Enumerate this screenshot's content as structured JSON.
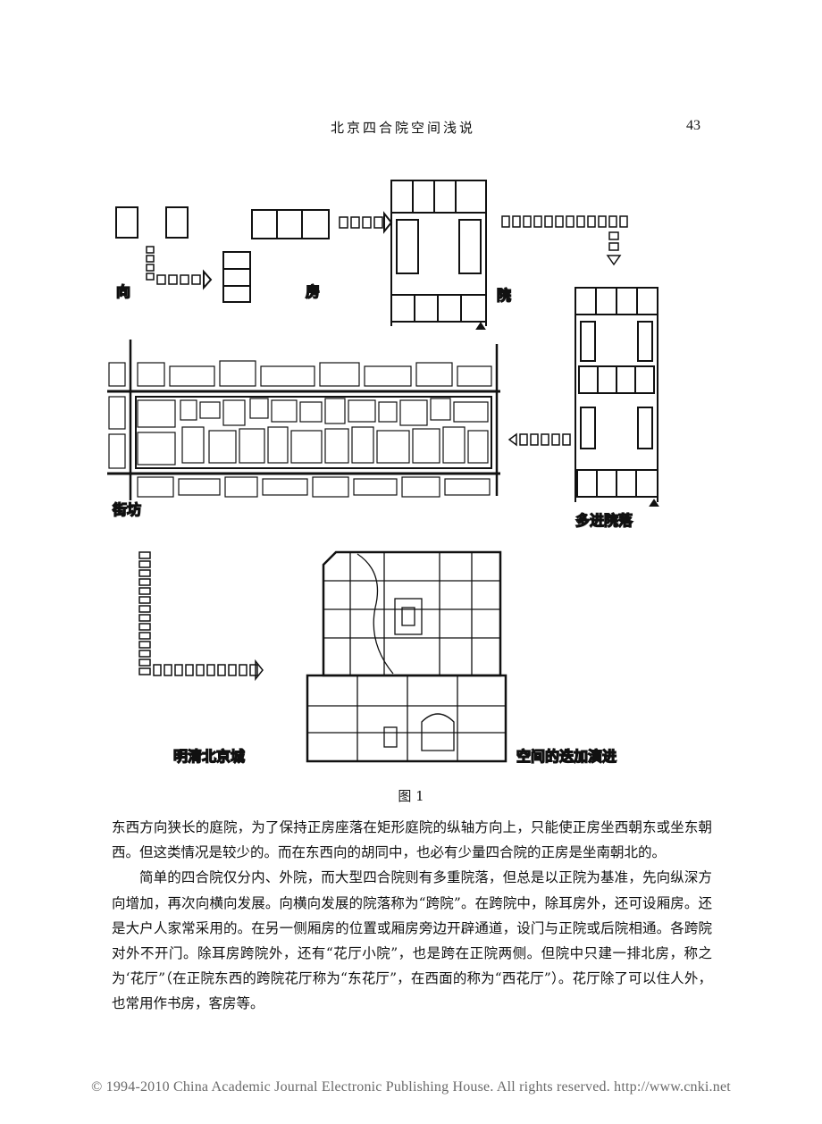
{
  "header": {
    "title": "北京四合院空间浅说",
    "page_number": "43"
  },
  "figure": {
    "labels": {
      "xiang": "向",
      "fang": "房",
      "yuan": "院",
      "jiefang": "街坊",
      "duojin": "多进院落",
      "mingqing": "明清北京城",
      "diejia": "空间的迭加演进"
    },
    "caption": "图 1"
  },
  "body": {
    "paragraphs": [
      "东西方向狭长的庭院，为了保持正房座落在矩形庭院的纵轴方向上，只能使正房坐西朝东或坐东朝西。但这类情况是较少的。而在东西向的胡同中，也必有少量四合院的正房是坐南朝北的。",
      "简单的四合院仅分内、外院，而大型四合院则有多重院落，但总是以正院为基准，先向纵深方向增加，再次向横向发展。向横向发展的院落称为“跨院”。在跨院中，除耳房外，还可设厢房。还是大户人家常采用的。在另一侧厢房的位置或厢房旁边开辟通道，设门与正院或后院相通。各跨院对外不开门。除耳房跨院外，还有“花厅小院”，也是跨在正院两侧。但院中只建一排北房，称之为‘花厅”（在正院东西的跨院花厅称为“东花厅”，在西面的称为“西花厅”）。花厅除了可以住人外，也常用作书房，客房等。"
    ]
  },
  "footer": {
    "copyright": "© 1994-2010 China Academic Journal Electronic Publishing House. All rights reserved.    http://www.cnki.net"
  }
}
